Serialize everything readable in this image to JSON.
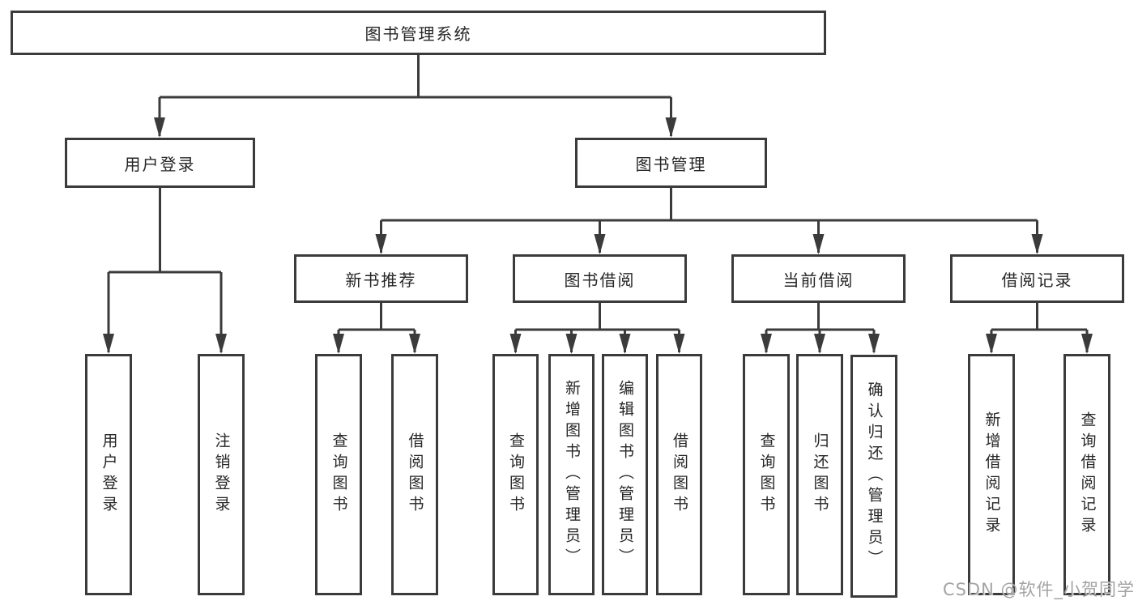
{
  "diagram": {
    "type": "hierarchy-structure-diagram",
    "root": {
      "label": "图书管理系统",
      "children": [
        {
          "label": "用户登录",
          "children": [
            {
              "label": "用户登录"
            },
            {
              "label": "注销登录"
            }
          ]
        },
        {
          "label": "图书管理",
          "children": [
            {
              "label": "新书推荐",
              "children": [
                {
                  "label": "查询图书"
                },
                {
                  "label": "借阅图书"
                }
              ]
            },
            {
              "label": "图书借阅",
              "children": [
                {
                  "label": "查询图书"
                },
                {
                  "label": "新增图书（管理员）"
                },
                {
                  "label": "编辑图书（管理员）"
                },
                {
                  "label": "借阅图书"
                }
              ]
            },
            {
              "label": "当前借阅",
              "children": [
                {
                  "label": "查询图书"
                },
                {
                  "label": "归还图书"
                },
                {
                  "label": "确认归还（管理员）"
                }
              ]
            },
            {
              "label": "借阅记录",
              "children": [
                {
                  "label": "新增借阅记录"
                },
                {
                  "label": "查询借阅记录"
                }
              ]
            }
          ]
        }
      ]
    },
    "colors": {
      "line": "#3b3b3b",
      "box_border": "#3b3b3b",
      "box_fill": "#ffffff",
      "text": "#262626",
      "watermark": "#a3a3a3"
    }
  },
  "watermark": {
    "text": "CSDN @软件_小贺同学"
  }
}
